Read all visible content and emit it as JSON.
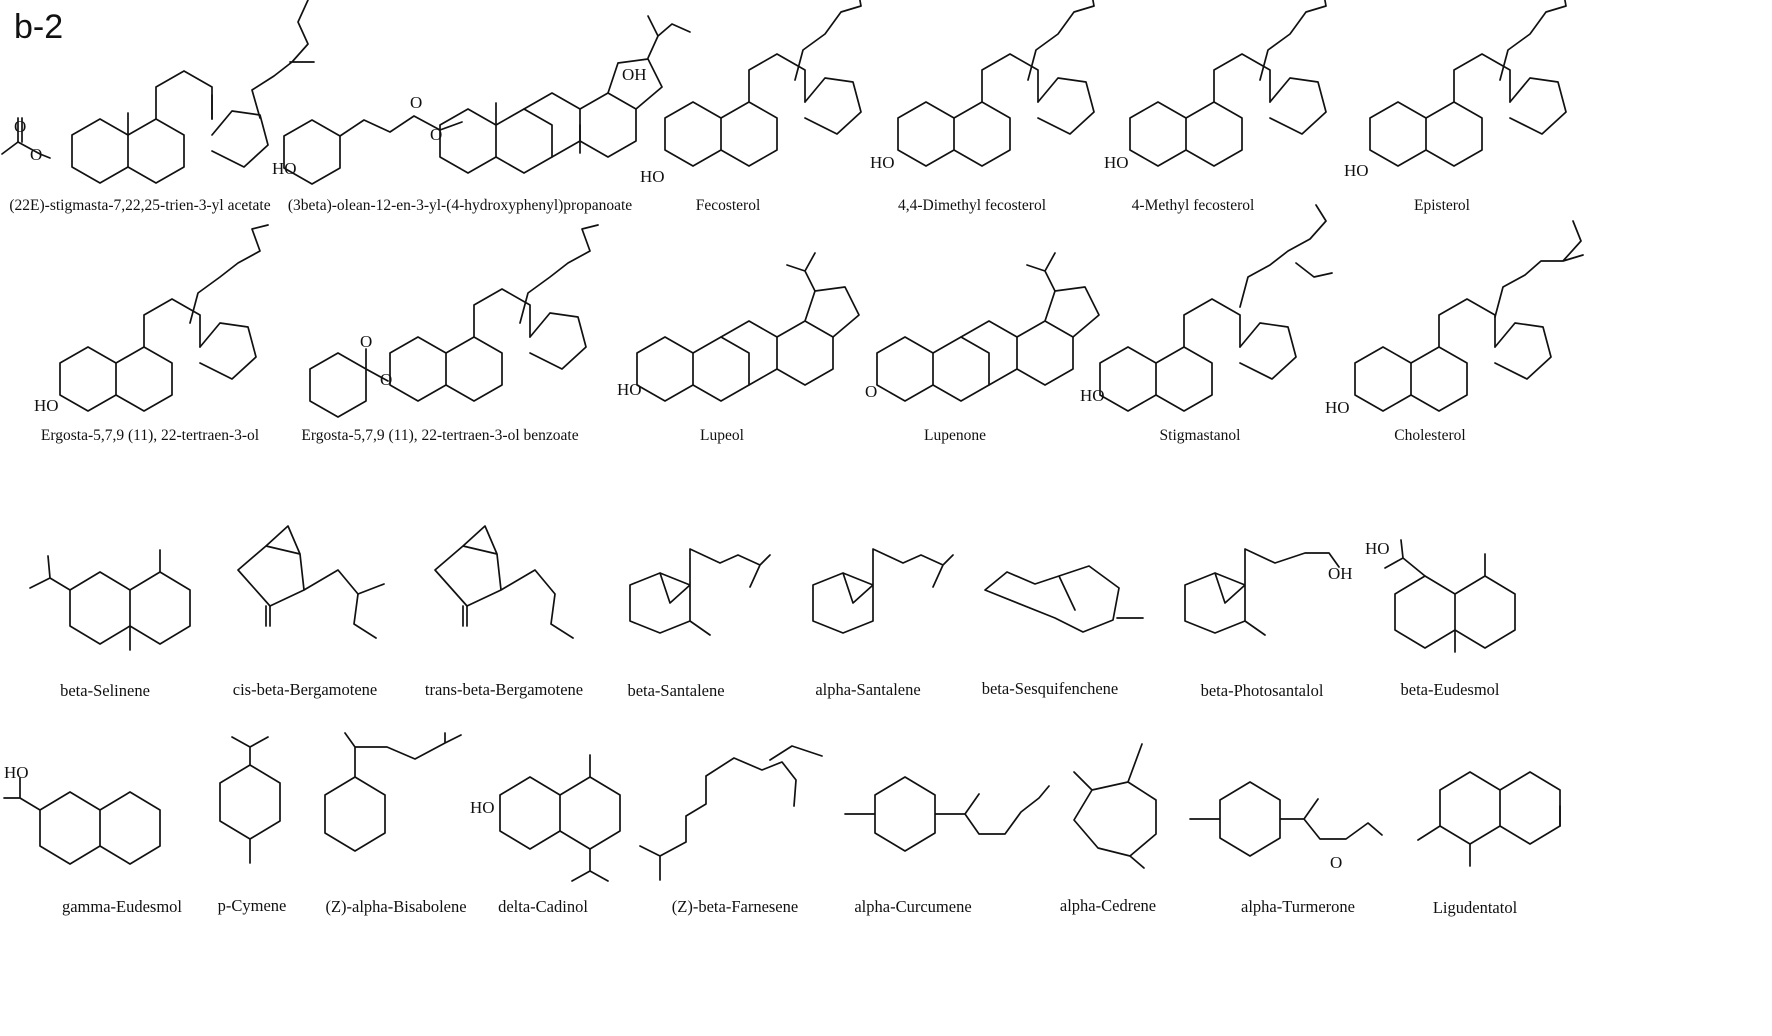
{
  "panel_label": "b-2",
  "atoms": {
    "oh": "OH",
    "ho": "HO",
    "o": "O"
  },
  "rows": [
    {
      "row": "sterols-1",
      "compounds": [
        {
          "id": "c01",
          "name": "(22E)-stigmasta-7,22,25-trien-3-yl acetate"
        },
        {
          "id": "c02",
          "name": "(3beta)-olean-12-en-3-yl-(4-hydroxyphenyl)propanoate"
        },
        {
          "id": "c03",
          "name": "Fecosterol"
        },
        {
          "id": "c04",
          "name": "4,4-Dimethyl fecosterol"
        },
        {
          "id": "c05",
          "name": "4-Methyl fecosterol"
        },
        {
          "id": "c06",
          "name": "Episterol"
        }
      ]
    },
    {
      "row": "sterols-2",
      "compounds": [
        {
          "id": "c07",
          "name": "Ergosta-5,7,9 (11), 22-tertraen-3-ol"
        },
        {
          "id": "c08",
          "name": "Ergosta-5,7,9 (11), 22-tertraen-3-ol benzoate"
        },
        {
          "id": "c09",
          "name": "Lupeol"
        },
        {
          "id": "c10",
          "name": "Lupenone"
        },
        {
          "id": "c11",
          "name": "Stigmastanol"
        },
        {
          "id": "c12",
          "name": "Cholesterol"
        }
      ]
    },
    {
      "row": "terpenes-1",
      "compounds": [
        {
          "id": "c13",
          "name": "beta-Selinene"
        },
        {
          "id": "c14",
          "name": "cis-beta-Bergamotene"
        },
        {
          "id": "c15",
          "name": "trans-beta-Bergamotene"
        },
        {
          "id": "c16",
          "name": "beta-Santalene"
        },
        {
          "id": "c17",
          "name": "alpha-Santalene"
        },
        {
          "id": "c18",
          "name": "beta-Sesquifenchene"
        },
        {
          "id": "c19",
          "name": "beta-Photosantalol"
        },
        {
          "id": "c20",
          "name": "beta-Eudesmol"
        }
      ]
    },
    {
      "row": "terpenes-2",
      "compounds": [
        {
          "id": "c21",
          "name": "gamma-Eudesmol"
        },
        {
          "id": "c22",
          "name": "p-Cymene"
        },
        {
          "id": "c23",
          "name": "(Z)-alpha-Bisabolene"
        },
        {
          "id": "c24",
          "name": "delta-Cadinol"
        },
        {
          "id": "c25",
          "name": "(Z)-beta-Farnesene"
        },
        {
          "id": "c26",
          "name": "alpha-Curcumene"
        },
        {
          "id": "c27",
          "name": "alpha-Cedrene"
        },
        {
          "id": "c28",
          "name": "alpha-Turmerone"
        },
        {
          "id": "c29",
          "name": "Ligudentatol"
        }
      ]
    }
  ]
}
